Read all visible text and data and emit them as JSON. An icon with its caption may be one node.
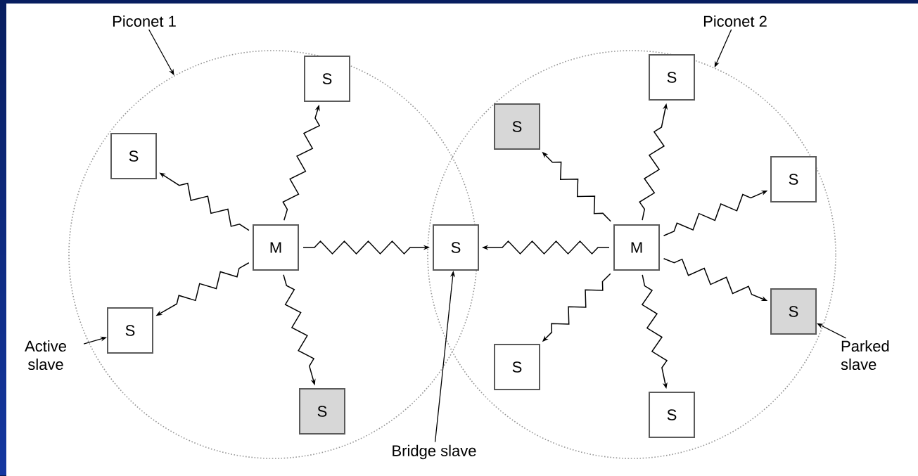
{
  "diagram": {
    "nodes": [
      {
        "text": [
          "Piconet 1"
        ]
      },
      {
        "text": [],
        "shape": "circle"
      },
      {
        "text": [
          "Piconet 2"
        ]
      },
      {
        "text": [],
        "shape": "circle"
      },
      {
        "text": [
          "S"
        ],
        "in": 1
      },
      {
        "text": [
          "S"
        ],
        "in": 3
      },
      {
        "text": [
          "S"
        ],
        "in": 3
      },
      {
        "text": [
          "S"
        ],
        "in": 1
      },
      {
        "text": [
          "S"
        ],
        "in": 3
      },
      {
        "text": [
          "M"
        ],
        "in": 1
      },
      {
        "text": [
          "S"
        ]
      },
      {
        "text": [
          "M"
        ],
        "in": 3
      },
      {
        "text": [
          "S"
        ],
        "in": 3
      },
      {
        "text": [
          "S"
        ],
        "in": 1
      },
      {
        "text": [
          "Active slave"
        ]
      },
      {
        "text": [
          "Parked slave"
        ]
      },
      {
        "text": [
          "S"
        ],
        "in": 3
      },
      {
        "text": [
          "S"
        ],
        "in": 1
      },
      {
        "text": [
          "S"
        ],
        "in": 3
      },
      {
        "text": [
          "Bridge slave"
        ]
      }
    ],
    "edges": [
      {
        "from": 0,
        "to": 1,
        "arrow": "to"
      },
      {
        "from": 2,
        "to": 3,
        "arrow": "to"
      },
      {
        "from": 9,
        "to": 7,
        "arrow": "to"
      },
      {
        "from": 9,
        "to": 4,
        "arrow": "to"
      },
      {
        "from": 9,
        "to": 10,
        "arrow": "to"
      },
      {
        "from": 9,
        "to": 13,
        "arrow": "to"
      },
      {
        "from": 9,
        "to": 17,
        "arrow": "to"
      },
      {
        "from": 11,
        "to": 10,
        "arrow": "to"
      },
      {
        "from": 11,
        "to": 6,
        "arrow": "to"
      },
      {
        "from": 11,
        "to": 5,
        "arrow": "to"
      },
      {
        "from": 11,
        "to": 8,
        "arrow": "to"
      },
      {
        "from": 11,
        "to": 12,
        "arrow": "to"
      },
      {
        "from": 11,
        "to": 16,
        "arrow": "to"
      },
      {
        "from": 11,
        "to": 18,
        "arrow": "to"
      },
      {
        "from": 14,
        "to": 13,
        "arrow": "to"
      },
      {
        "from": 15,
        "to": 12,
        "arrow": "to"
      },
      {
        "from": 19,
        "to": 10,
        "arrow": "to"
      }
    ]
  }
}
